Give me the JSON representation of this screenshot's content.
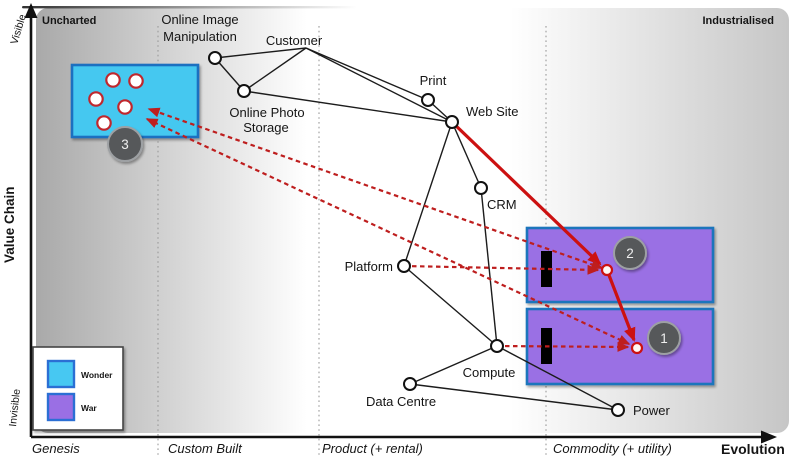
{
  "frame": {
    "top_left": "Uncharted",
    "top_right": "Industrialised"
  },
  "axes": {
    "y_visible": "Visible",
    "y_invisible": "Invisible",
    "y_title": "Value Chain",
    "x_title": "Evolution",
    "stages": [
      "Genesis",
      "Custom Built",
      "Product (+ rental)",
      "Commodity (+ utility)"
    ]
  },
  "legend": {
    "wonder": {
      "label": "Wonder",
      "color": "#47C8F2",
      "border": "#2B6FD4"
    },
    "war": {
      "label": "War",
      "color": "#9A6FE4",
      "border": "#2B6FD4"
    }
  },
  "nodes": {
    "online_image_manipulation": {
      "line1": "Online Image",
      "line2": "Manipulation"
    },
    "customer": {
      "label": "Customer"
    },
    "print": {
      "label": "Print"
    },
    "web_site": {
      "label": "Web Site"
    },
    "online_photo_storage": {
      "line1": "Online Photo",
      "line2": "Storage"
    },
    "crm": {
      "label": "CRM"
    },
    "platform": {
      "label": "Platform"
    },
    "compute": {
      "label": "Compute"
    },
    "data_centre": {
      "label": "Data Centre"
    },
    "power": {
      "label": "Power"
    }
  },
  "zones": {
    "wonder": {
      "number": "3",
      "fill": "#45C8F0",
      "border": "#1D6FC0"
    },
    "war_top": {
      "number": "2",
      "fill": "#9A6FE4",
      "border": "#1B75BC"
    },
    "war_bottom": {
      "number": "1",
      "fill": "#9A6FE4",
      "border": "#1B75BC"
    }
  },
  "colors": {
    "attack_line": "#CC1111",
    "movement_line": "#BE1E1E",
    "edge_line": "#1C1C1C"
  }
}
